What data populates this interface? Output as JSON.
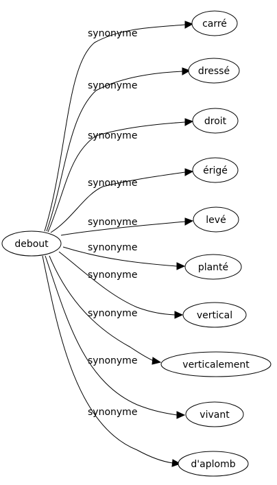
{
  "graph": {
    "source": {
      "label": "debout"
    },
    "edge_label": "synonyme",
    "targets": [
      {
        "label": "carré"
      },
      {
        "label": "dressé"
      },
      {
        "label": "droit"
      },
      {
        "label": "érigé"
      },
      {
        "label": "levé"
      },
      {
        "label": "planté"
      },
      {
        "label": "vertical"
      },
      {
        "label": "verticalement"
      },
      {
        "label": "vivant"
      },
      {
        "label": "d'aplomb"
      }
    ]
  },
  "colors": {
    "stroke": "#000000",
    "fill": "#ffffff",
    "text": "#000000"
  }
}
